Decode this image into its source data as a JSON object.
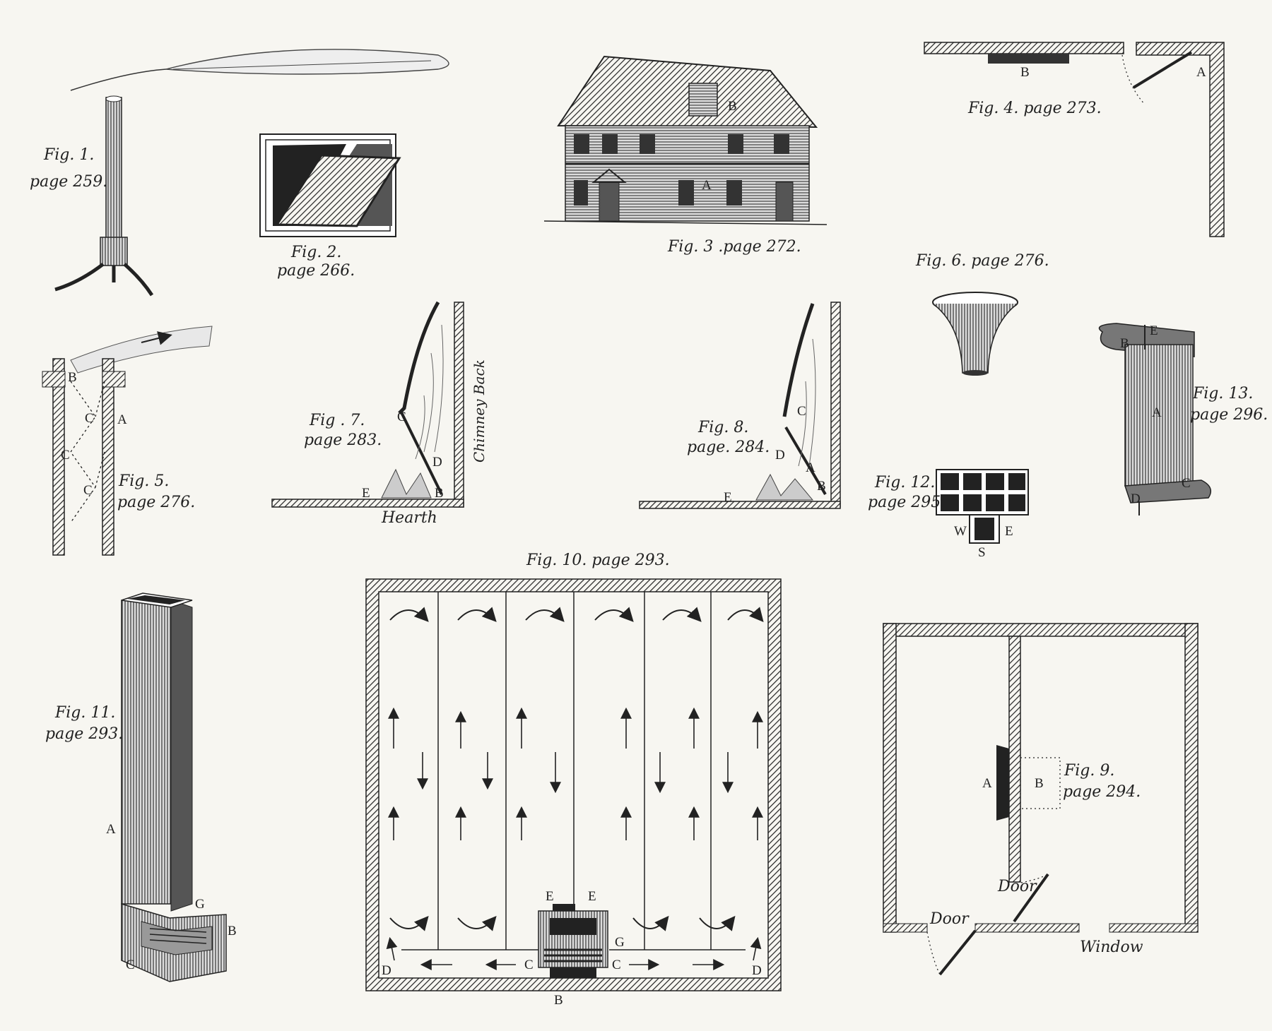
{
  "figures": {
    "fig1": {
      "caption": "Fig. 1.",
      "page": "page 259."
    },
    "fig2": {
      "caption": "Fig. 2.",
      "page": "page 266."
    },
    "fig3": {
      "caption": "Fig. 3 .page 272.",
      "labels": [
        "A",
        "B"
      ]
    },
    "fig4": {
      "caption": "Fig. 4. page 273.",
      "labels": [
        "A",
        "B"
      ]
    },
    "fig5": {
      "caption": "Fig. 5.",
      "page": "page 276.",
      "labels": [
        "A",
        "B",
        "C",
        "C",
        "C"
      ]
    },
    "fig6": {
      "caption": "Fig. 6. page 276."
    },
    "fig7": {
      "caption": "Fig . 7.",
      "page": "page 283.",
      "labels": [
        "B",
        "C",
        "D",
        "E"
      ],
      "hearth": "Hearth",
      "chimney_back": "Chimney Back"
    },
    "fig8": {
      "caption": "Fig. 8.",
      "page": "page. 284.",
      "labels": [
        "A",
        "B",
        "C",
        "D",
        "E"
      ]
    },
    "fig9": {
      "caption": "Fig. 9.",
      "page": "page 294.",
      "labels": [
        "A",
        "B"
      ],
      "door1": "Door",
      "door2": "Door",
      "window": "Window"
    },
    "fig10": {
      "caption": "Fig. 10. page 293.",
      "labels": [
        "B",
        "C",
        "C",
        "D",
        "D",
        "E",
        "E",
        "G"
      ]
    },
    "fig11": {
      "caption": "Fig. 11.",
      "page": "page 293.",
      "labels": [
        "A",
        "B",
        "C",
        "G"
      ]
    },
    "fig12": {
      "caption": "Fig. 12.",
      "page": "page 295.",
      "labels": [
        "E",
        "S",
        "W"
      ]
    },
    "fig13": {
      "caption": "Fig. 13.",
      "page": "page 296.",
      "labels": [
        "A",
        "B",
        "C",
        "D",
        "E"
      ]
    }
  }
}
